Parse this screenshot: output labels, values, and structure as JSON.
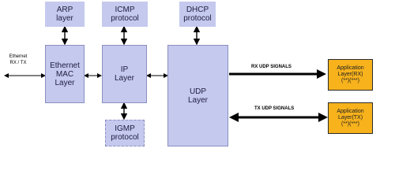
{
  "ethernet": {
    "line1": "Ethernet",
    "line2": "RX / TX"
  },
  "blocks": {
    "arp": [
      "ARP",
      "layer"
    ],
    "icmp": [
      "ICMP",
      "protocol"
    ],
    "dhcp": [
      "DHCP",
      "protocol"
    ],
    "mac": [
      "Ethernet",
      "MAC",
      "Layer"
    ],
    "ip": [
      "IP",
      "Layer"
    ],
    "udp": [
      "UDP",
      "Layer"
    ],
    "igmp": [
      "IGMP",
      "protocol"
    ],
    "app_rx": [
      "Application",
      "Layer(RX)",
      "(**)(***)"
    ],
    "app_tx": [
      "Application",
      "Layer(TX)",
      "(**)(***)"
    ]
  },
  "signals": {
    "rx": "RX UDP SIGNALS",
    "tx": "TX UDP SIGNALS"
  }
}
